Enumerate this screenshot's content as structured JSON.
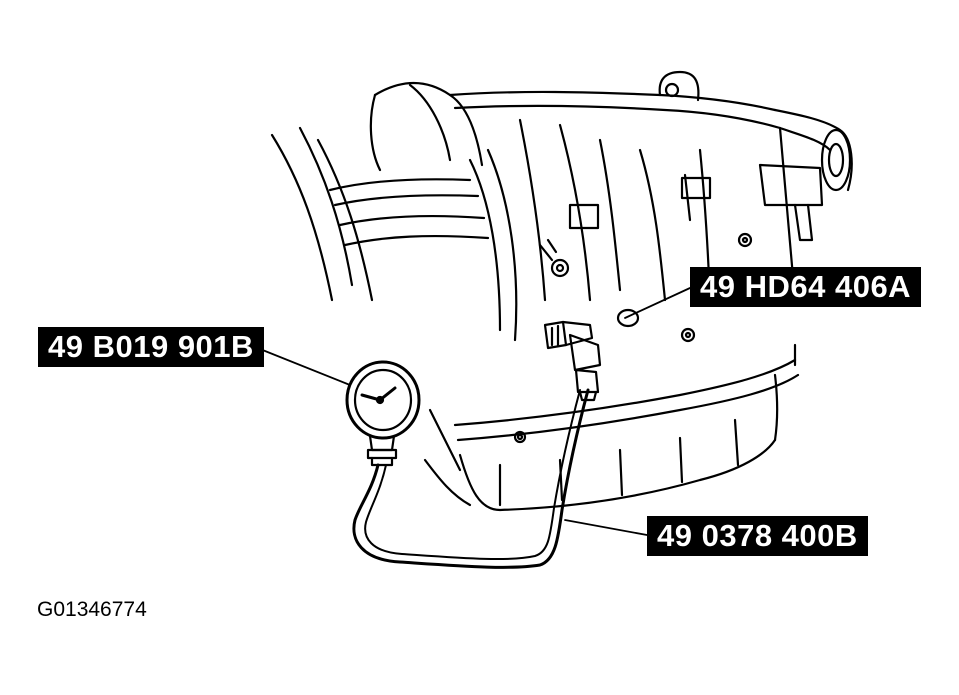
{
  "callouts": {
    "gauge": "49 B019 901B",
    "adapter": "49 HD64 406A",
    "hose": "49 0378 400B"
  },
  "figure_id": "G01346774",
  "colors": {
    "line": "#000000",
    "background": "#ffffff",
    "label_background": "#000000",
    "label_text": "#ffffff"
  }
}
